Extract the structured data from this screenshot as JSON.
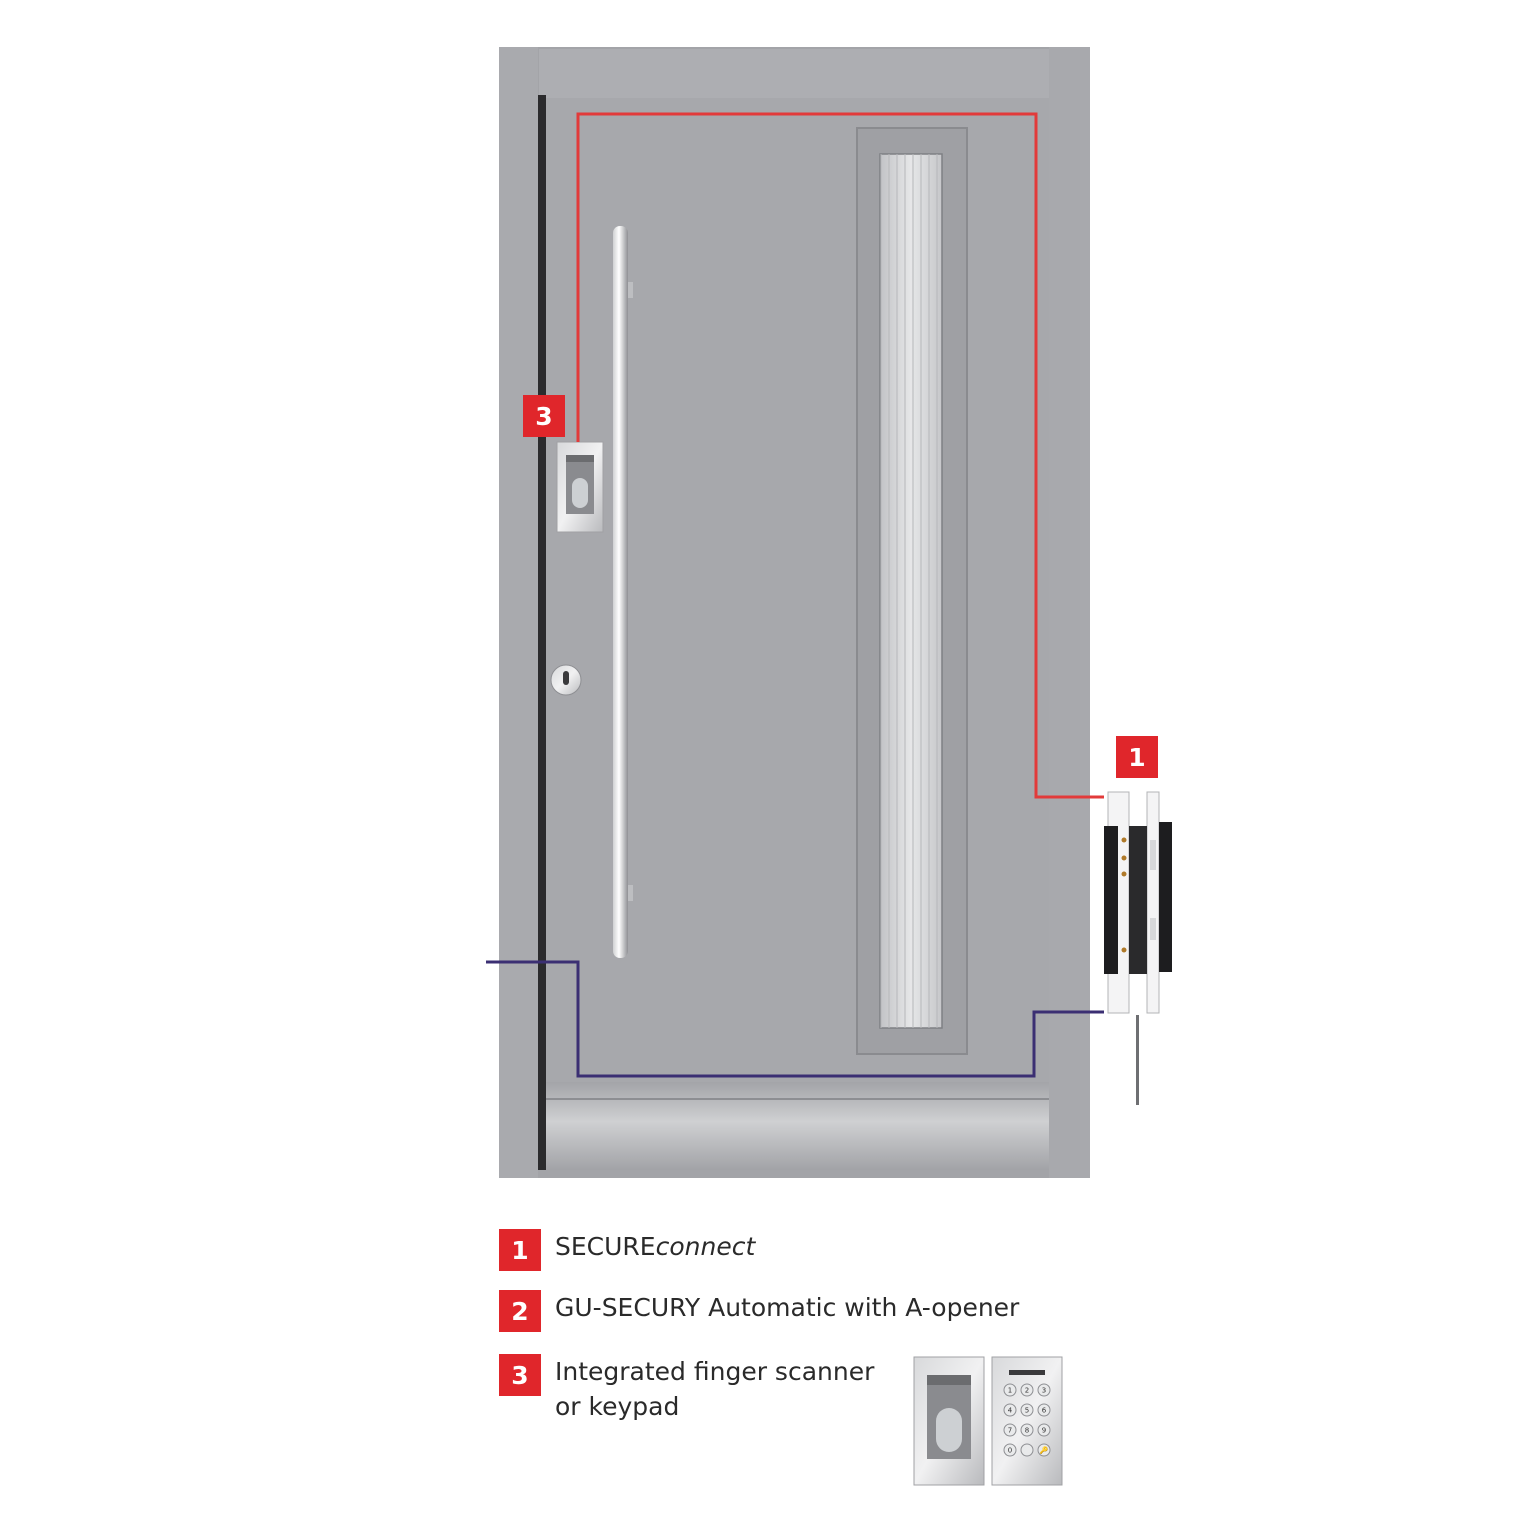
{
  "markers": {
    "one": "1",
    "three": "3"
  },
  "legend": [
    {
      "number": "1",
      "text_main": "SECURE",
      "text_italic": "connect"
    },
    {
      "number": "2",
      "text": "GU-SECURY Automatic with A-opener"
    },
    {
      "number": "3",
      "line1": "Integrated finger scanner",
      "line2": "or keypad"
    }
  ],
  "colors": {
    "accent_red": "#e0262b",
    "line_red": "#e23a3a",
    "line_purple": "#3b2f73",
    "door_grey": "#a6a7ab"
  },
  "keypad_keys": [
    "1",
    "2",
    "3",
    "4",
    "5",
    "6",
    "7",
    "8",
    "9",
    "0",
    "",
    "🔑"
  ]
}
